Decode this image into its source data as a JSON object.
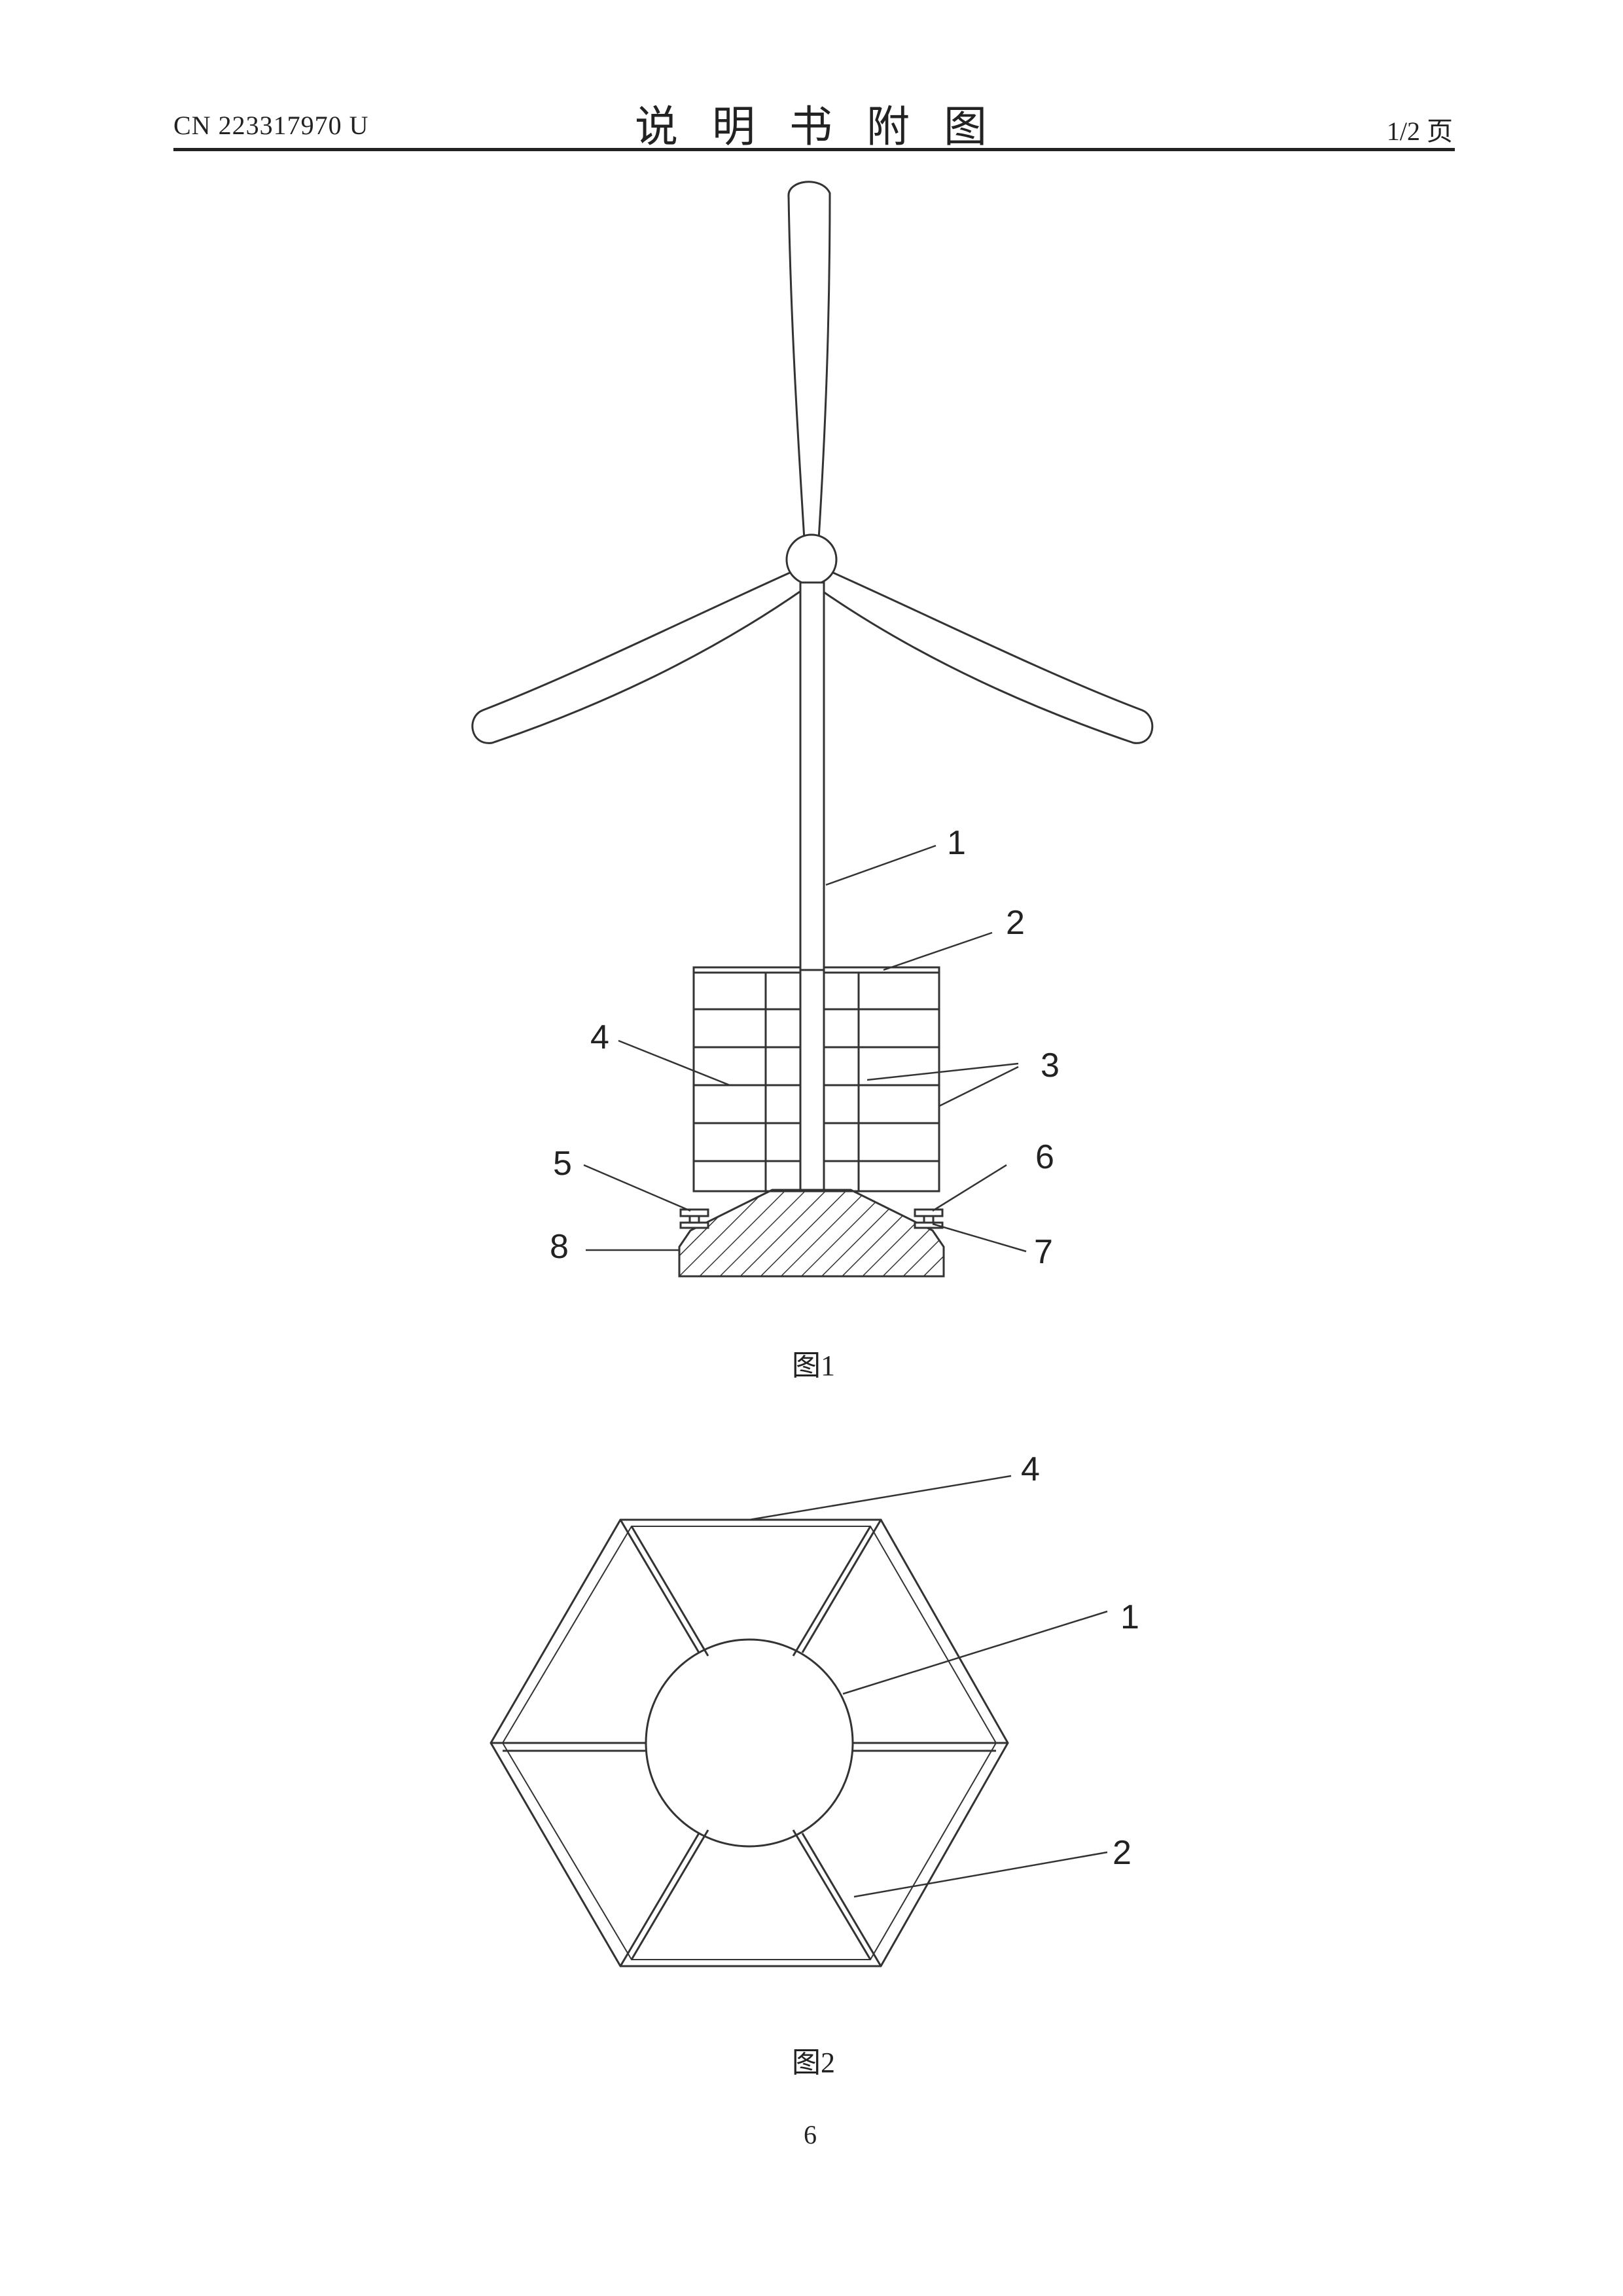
{
  "header": {
    "patent_number": "CN 223317970 U",
    "title": "说明书附图",
    "page_fraction": "1/2 页"
  },
  "figure1": {
    "caption": "图1",
    "labels": [
      "1",
      "2",
      "3",
      "4",
      "5",
      "6",
      "7",
      "8"
    ]
  },
  "figure2": {
    "caption": "图2",
    "labels": [
      "4",
      "1",
      "2"
    ]
  },
  "footer": {
    "page_number": "6"
  }
}
